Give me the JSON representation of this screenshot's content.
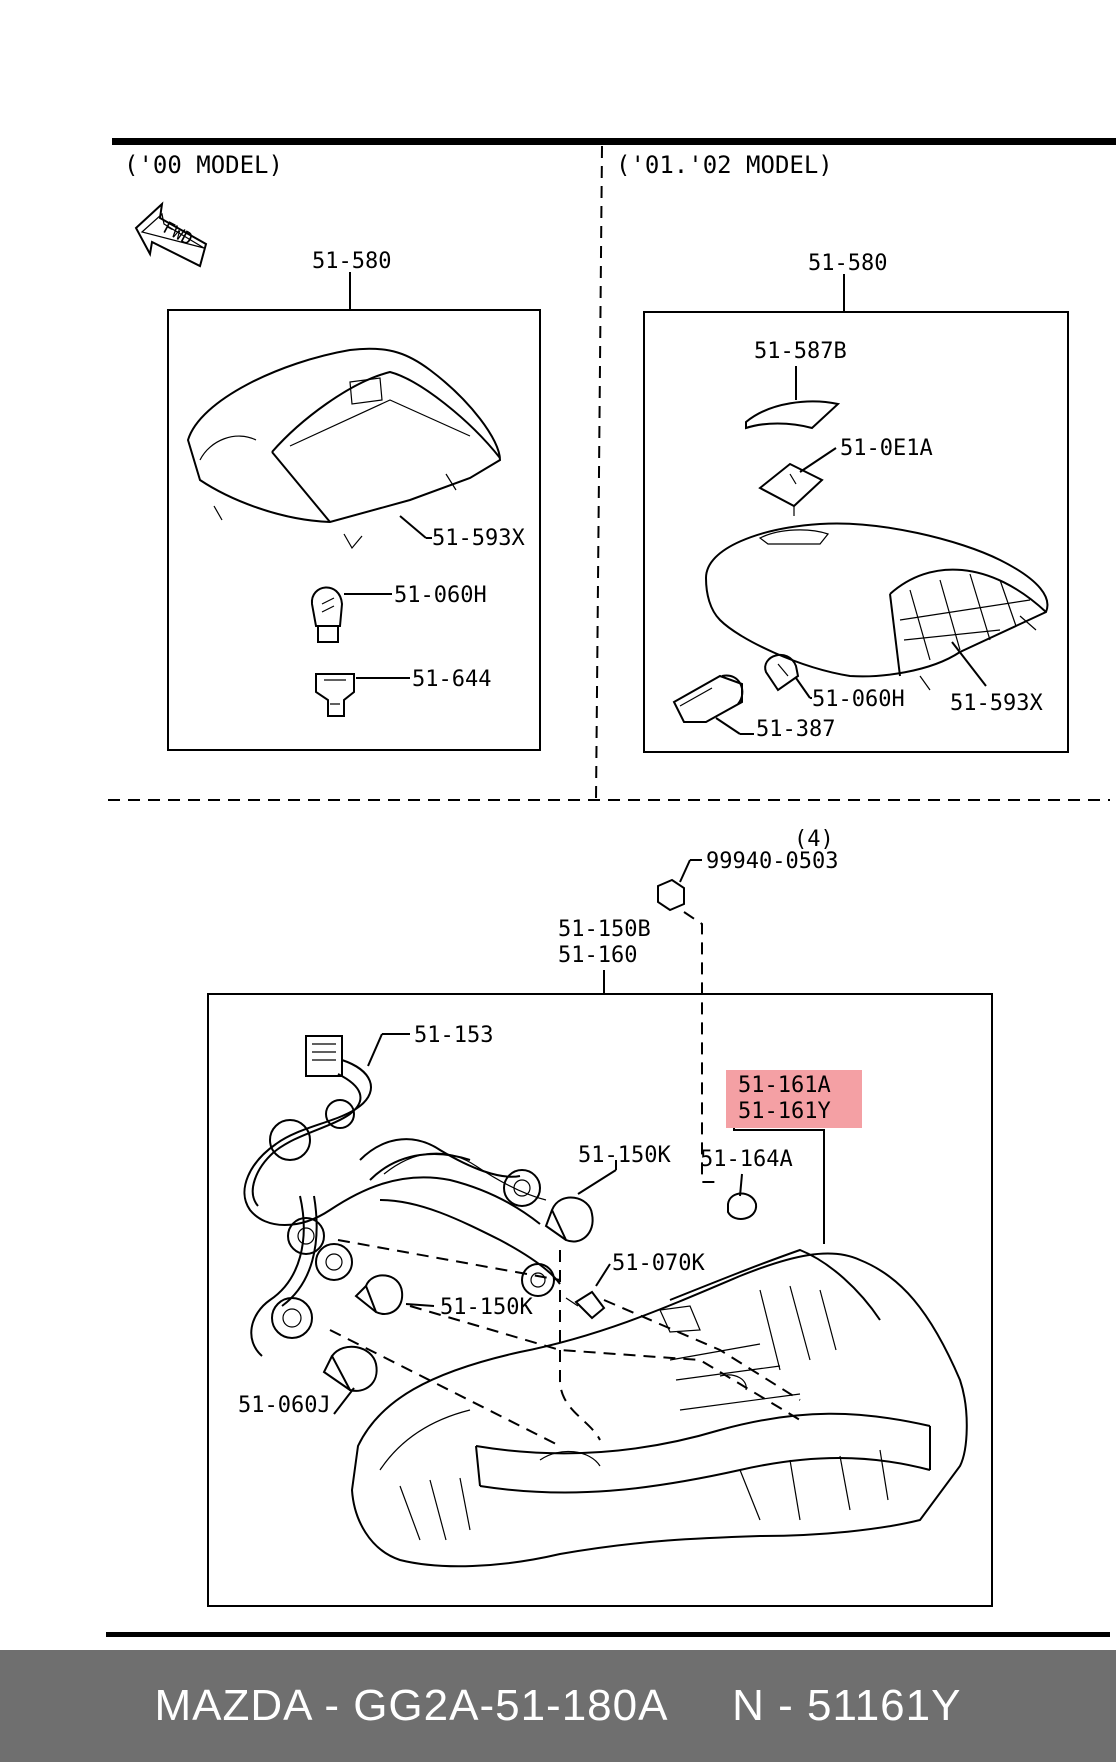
{
  "header": {
    "left_title": "('00 MODEL)",
    "right_title": "('01.'02 MODEL)",
    "fwd_label": "FWD"
  },
  "left_section": {
    "labels": [
      "51-580",
      "51-593X",
      "51-060H",
      "51-644"
    ]
  },
  "right_section": {
    "labels": [
      "51-580",
      "51-587B",
      "51-0E1A",
      "51-060H",
      "51-593X",
      "51-387"
    ]
  },
  "lower_section": {
    "quantity": "(4)",
    "labels": [
      "99940-0503",
      "51-150B",
      "51-160",
      "51-153",
      "51-161A",
      "51-161Y",
      "51-150K",
      "51-164A",
      "51-070K",
      "51-150K",
      "51-060J"
    ],
    "highlight_color": "#f4a0a4"
  },
  "footer": {
    "text": "MAZDA - GG2A-51-180A     N - 51161Y",
    "background": "#6f6f6f",
    "text_color": "#ffffff"
  }
}
